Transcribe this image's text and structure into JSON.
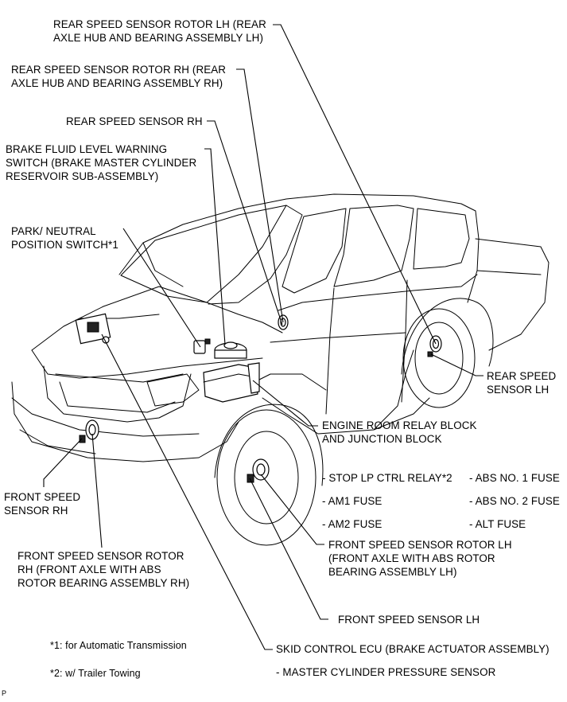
{
  "labels": {
    "rear_rotor_lh": [
      "REAR SPEED SENSOR ROTOR LH (REAR",
      "AXLE HUB AND BEARING ASSEMBLY LH)"
    ],
    "rear_rotor_rh": [
      "REAR SPEED SENSOR ROTOR  RH (REAR",
      "AXLE HUB AND BEARING ASSEMBLY RH)"
    ],
    "rear_sensor_rh": [
      "REAR SPEED SENSOR RH"
    ],
    "brake_fluid_switch": [
      "BRAKE FLUID LEVEL WARNING",
      "SWITCH (BRAKE MASTER CYLINDER",
      "RESERVOIR SUB-ASSEMBLY)"
    ],
    "park_neutral_switch": [
      "PARK/ NEUTRAL",
      "POSITION SWITCH*1"
    ],
    "rear_sensor_lh": [
      "REAR SPEED",
      "SENSOR LH"
    ],
    "relay_block": [
      "ENGINE ROOM RELAY BLOCK",
      "AND JUNCTION BLOCK"
    ],
    "relay_items_left": [
      "- STOP LP CTRL RELAY*2",
      "- AM1 FUSE",
      "- AM2 FUSE"
    ],
    "relay_items_right": [
      "- ABS NO. 1 FUSE",
      "- ABS NO. 2 FUSE",
      "- ALT FUSE"
    ],
    "front_sensor_rh": [
      "FRONT SPEED",
      "SENSOR RH"
    ],
    "front_rotor_lh": [
      "FRONT SPEED SENSOR ROTOR  LH",
      "(FRONT AXLE WITH ABS ROTOR",
      "BEARING ASSEMBLY LH)"
    ],
    "front_rotor_rh": [
      "FRONT SPEED SENSOR ROTOR",
      "RH (FRONT AXLE WITH ABS",
      "ROTOR BEARING ASSEMBLY RH)"
    ],
    "front_sensor_lh": [
      "FRONT SPEED SENSOR LH"
    ],
    "skid_ecu": [
      "SKID CONTROL ECU (BRAKE ACTUATOR ASSEMBLY)"
    ],
    "master_cyl_sensor": [
      "- MASTER CYLINDER PRESSURE SENSOR"
    ]
  },
  "footnotes": {
    "note1": "*1: for Automatic Transmission",
    "note2": "*2: w/ Trailer Towing"
  },
  "corner_mark": "P"
}
